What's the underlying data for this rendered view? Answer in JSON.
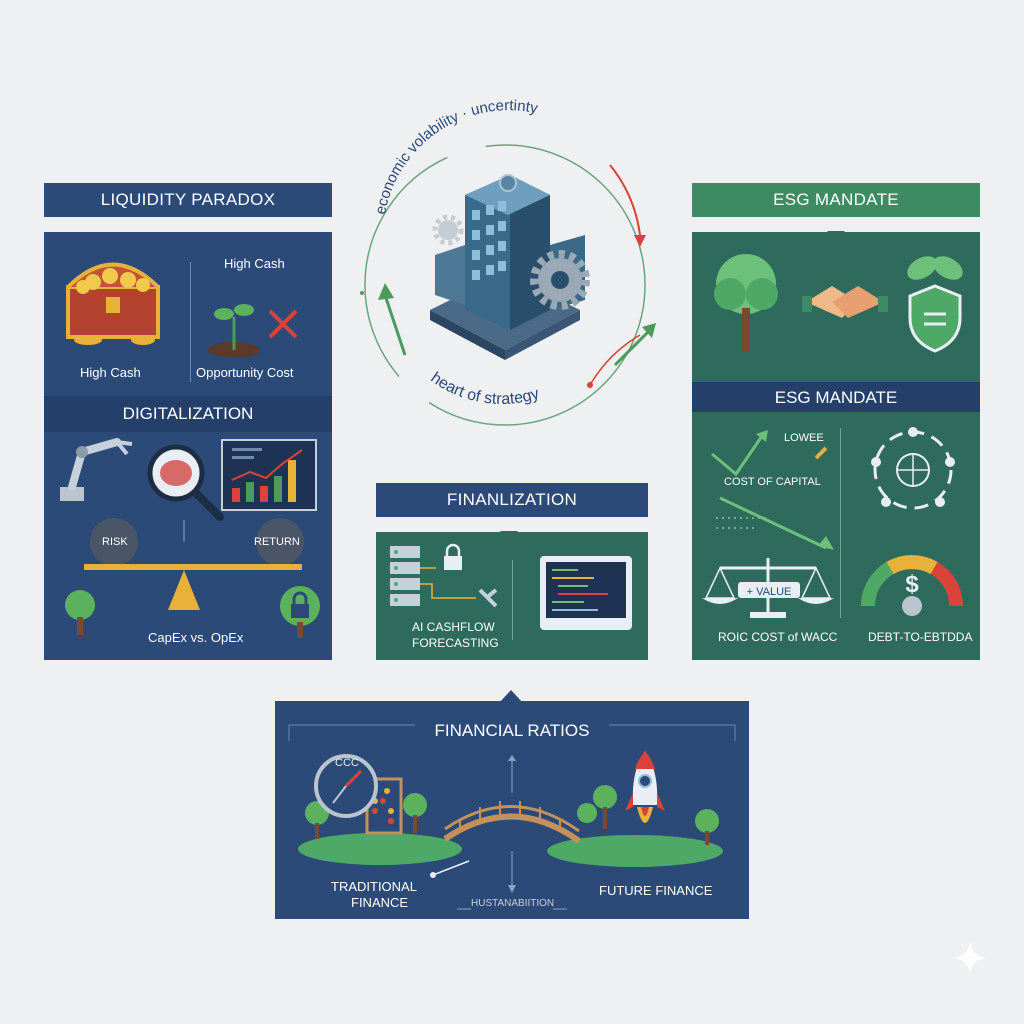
{
  "ring": {
    "top_text": "economic volability · uncertinty",
    "bottom_text": "heart of strategy"
  },
  "liquidity": {
    "title": "LIQUIDITY PARADOX",
    "label_high_cash_top": "High Cash",
    "label_high_cash_bottom": "High Cash",
    "label_opportunity": "Opportunity Cost"
  },
  "digital": {
    "title": "DIGITALIZATION",
    "risk": "RISK",
    "return": "RETURN",
    "capex": "CapEx vs. OpEx"
  },
  "esg": {
    "title": "ESG MANDATE",
    "subtitle": "ESG MANDATE",
    "lowee": "LOWEE",
    "cost_capital": "COST OF CAPITAL",
    "value": "+ VALUE",
    "roic": "ROIC COST of WACC",
    "debt": "DEBT-TO-EBTDDA"
  },
  "finan": {
    "title": "FINANLIZATION",
    "ai_line1": "AI CASHFLOW",
    "ai_line2": "FORECASTING"
  },
  "ratios": {
    "title": "FINANCIAL RATIOS",
    "ccc": "CCC",
    "trad_line1": "TRADITIONAL",
    "trad_line2": "FINANCE",
    "sustain": "HUSTANABIITION",
    "future": "FUTURE FINANCE"
  },
  "colors": {
    "navy": "#2c4a78",
    "green": "#3e8a62",
    "gold": "#e8b23a",
    "red": "#d9433a"
  }
}
